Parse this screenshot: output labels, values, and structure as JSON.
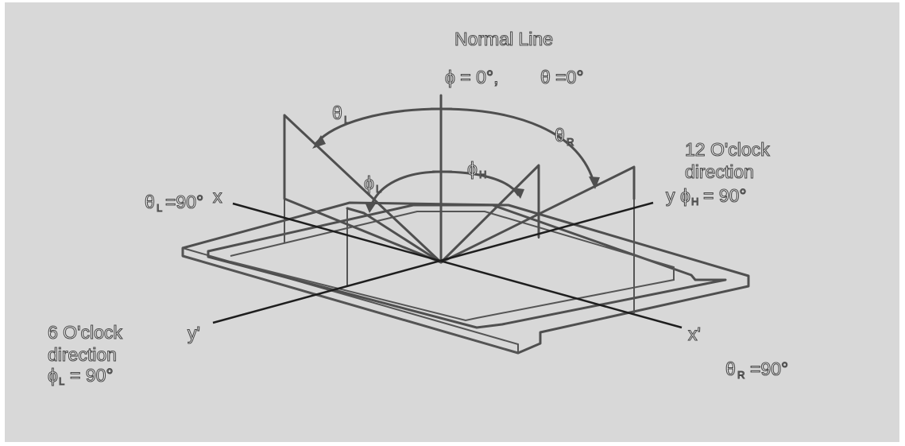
{
  "labels": {
    "normal_line": "Normal Line",
    "phi0_a": "ϕ = 0°,",
    "phi0_b": "θ =0°",
    "theta_l": "θ",
    "theta_l_sub": "L",
    "theta_r": "θ",
    "theta_r_sub": "R",
    "phi_h": "ϕ",
    "phi_h_sub": "H",
    "phi_l": "ϕ",
    "phi_l_sub": "L",
    "theta_l_eq": "θ",
    "theta_l_eq_sub": "L",
    "theta_l_eq_val": "=90°",
    "x_axis": "x",
    "x_prime": "x'",
    "y_axis": "y",
    "y_prime": "y'",
    "twelve_line1": "12 O'clock",
    "twelve_line2": "direction",
    "phi_h_eq": "ϕ",
    "phi_h_eq_sub": "H",
    "phi_h_eq_val": "= 90°",
    "six_line1": "6 O'clock",
    "six_line2": "direction",
    "phi_l_eq": "ϕ",
    "phi_l_eq_sub": "L",
    "phi_l_eq_val": "= 90°",
    "theta_r_eq": "θ",
    "theta_r_eq_sub": "R",
    "theta_r_eq_val": "=90°"
  },
  "colors": {
    "background": "#d8d8d8",
    "lines": "#4f4f4f",
    "axes": "#1e1e1e"
  }
}
